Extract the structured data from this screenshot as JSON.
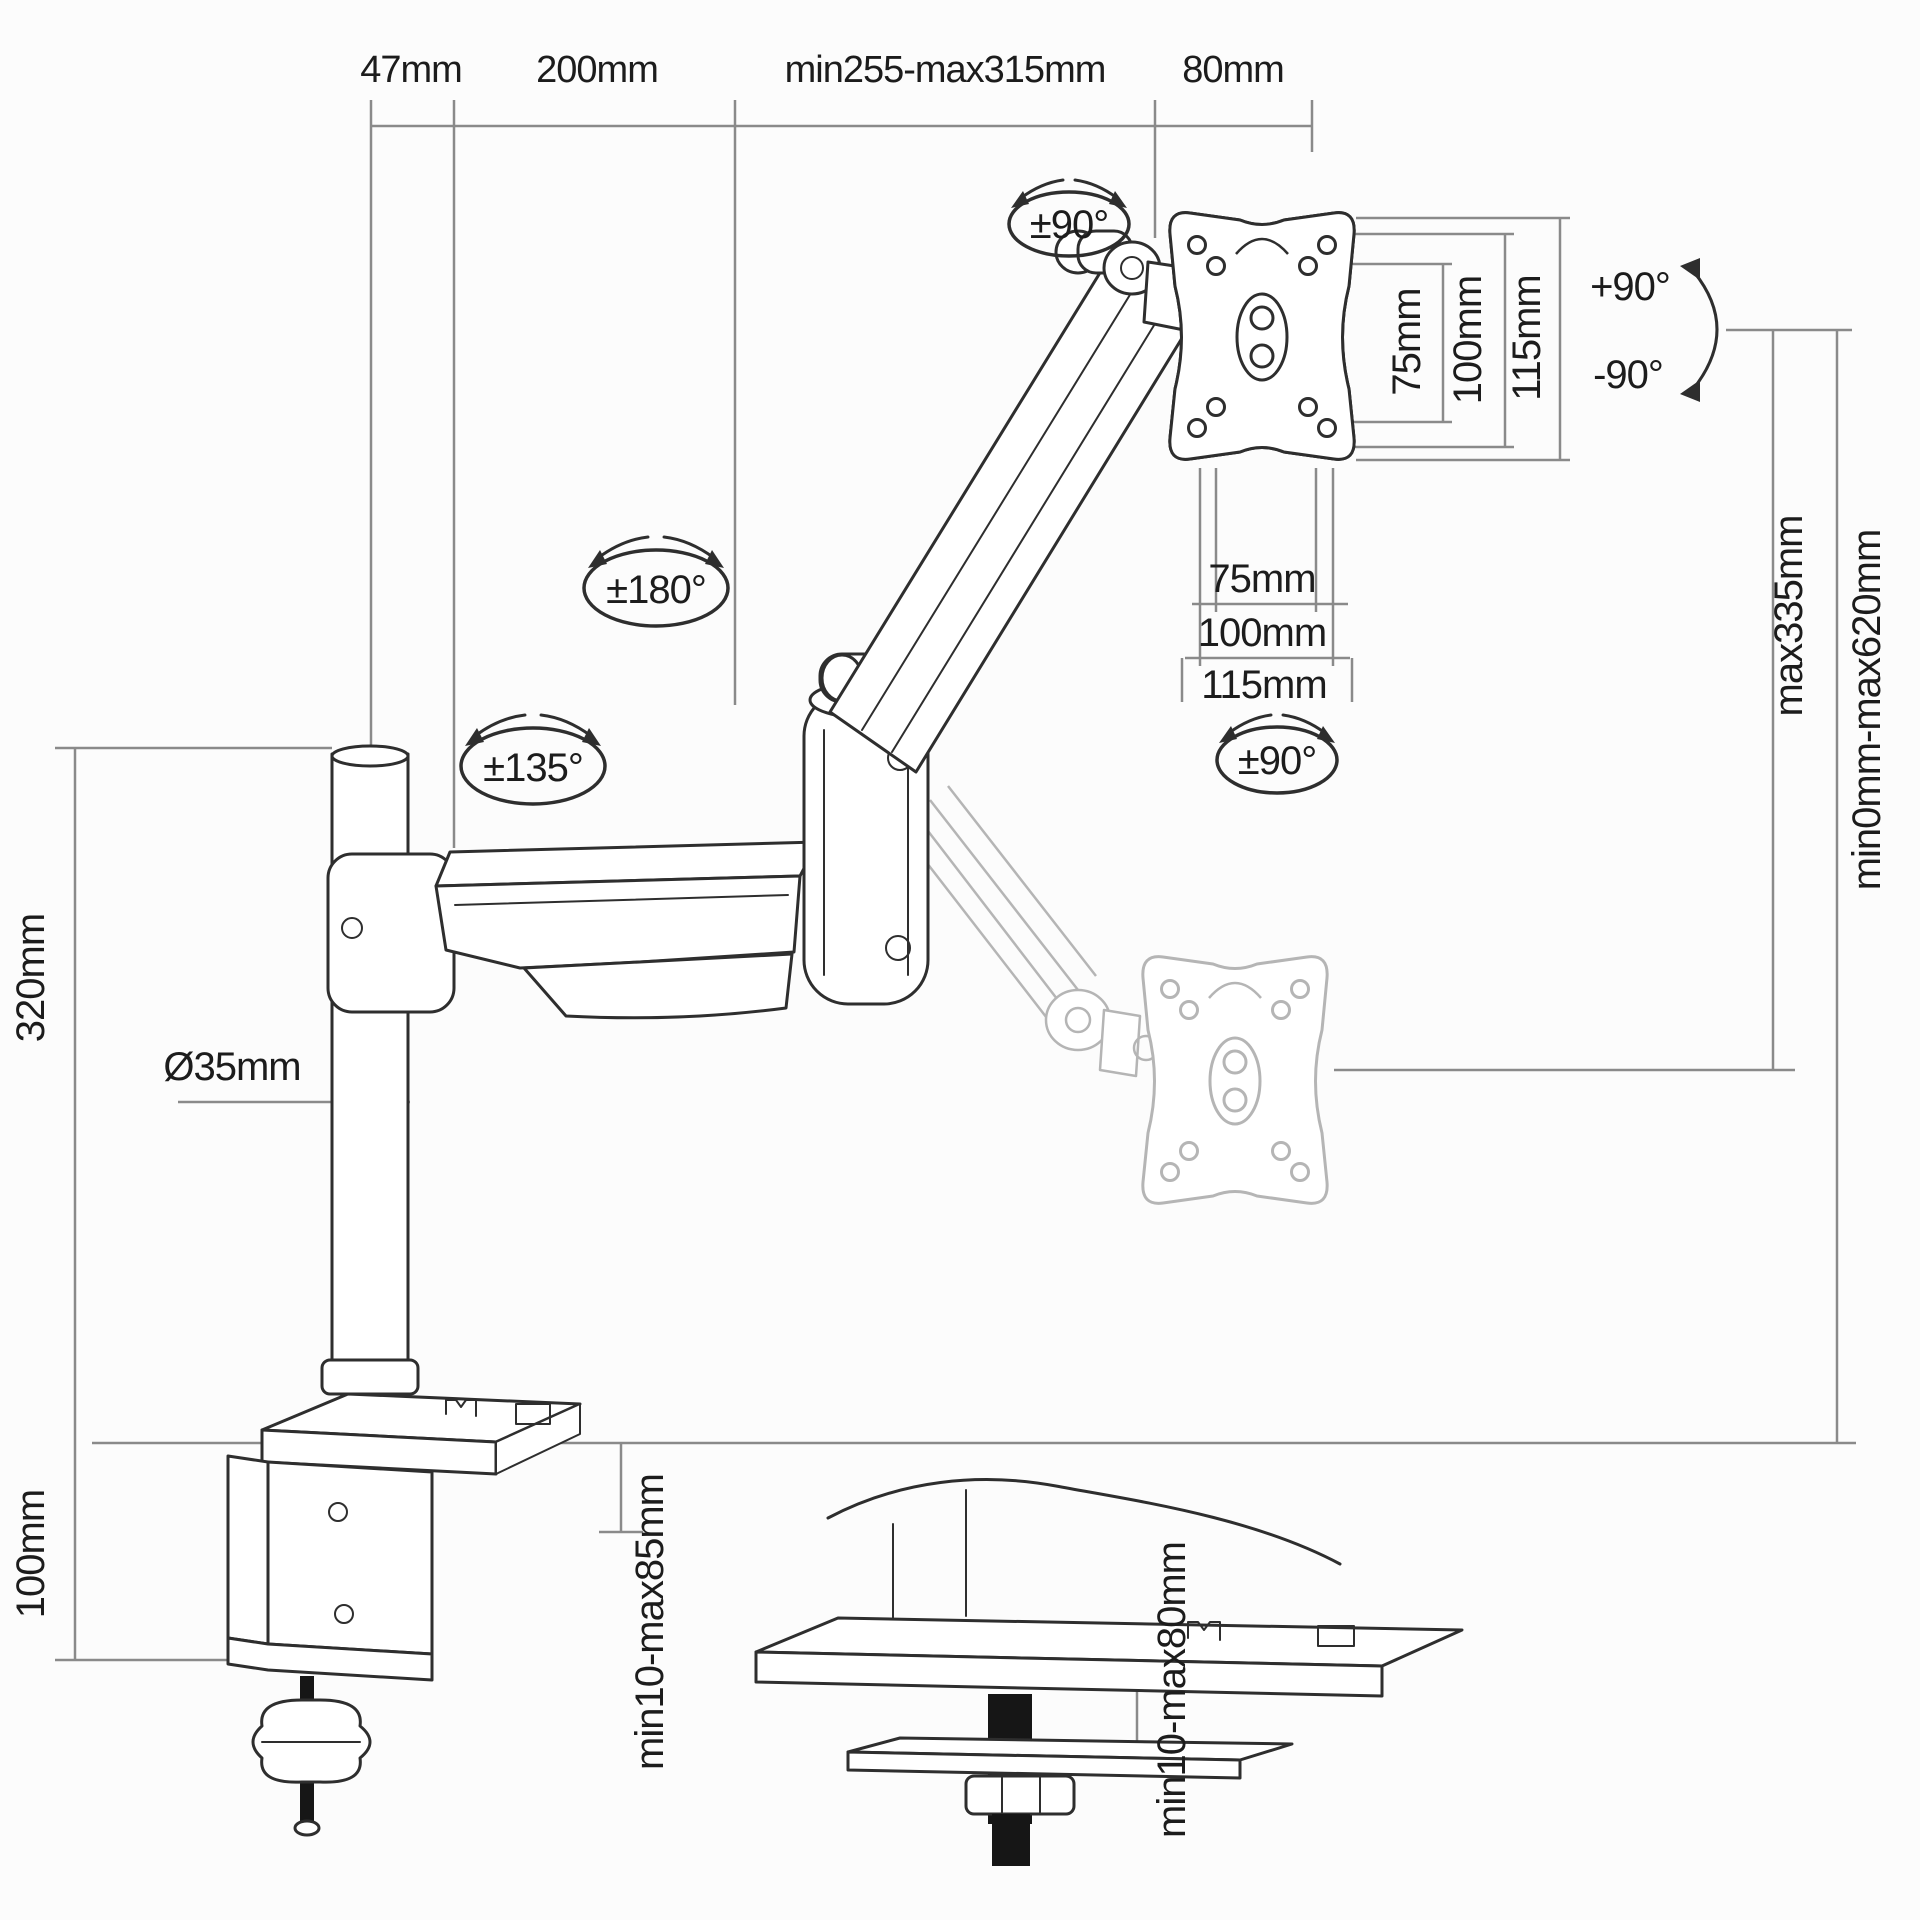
{
  "diagram_title": "monitor-arm-dimension-drawing",
  "colors": {
    "background": "#fcfcfc",
    "dimension_lines": "#8a8a8a",
    "drawing_lines": "#2e2e2e",
    "ghost_lines": "#b5b5b5",
    "text": "#1c1c1c"
  },
  "dims": {
    "top_47": "47mm",
    "top_200": "200mm",
    "top_255_315": "min255-max315mm",
    "top_80": "80mm",
    "vesa_v_75": "75mm",
    "vesa_v_100": "100mm",
    "vesa_v_115": "115mm",
    "vesa_h_75": "75mm",
    "vesa_h_100": "100mm",
    "vesa_h_115": "115mm",
    "right_max335": "max335mm",
    "right_range": "min0mm-max620mm",
    "left_320": "320mm",
    "left_100": "100mm",
    "pole_diameter": "Ø35mm",
    "clamp_range": "min10-max85mm",
    "grommet_range": "min10-max80mm"
  },
  "rotations": {
    "head_swivel": "±90°",
    "elbow": "±180°",
    "shoulder": "±135°",
    "plate_rotate": "±90°",
    "tilt_up": "+90°",
    "tilt_down": "-90°"
  }
}
